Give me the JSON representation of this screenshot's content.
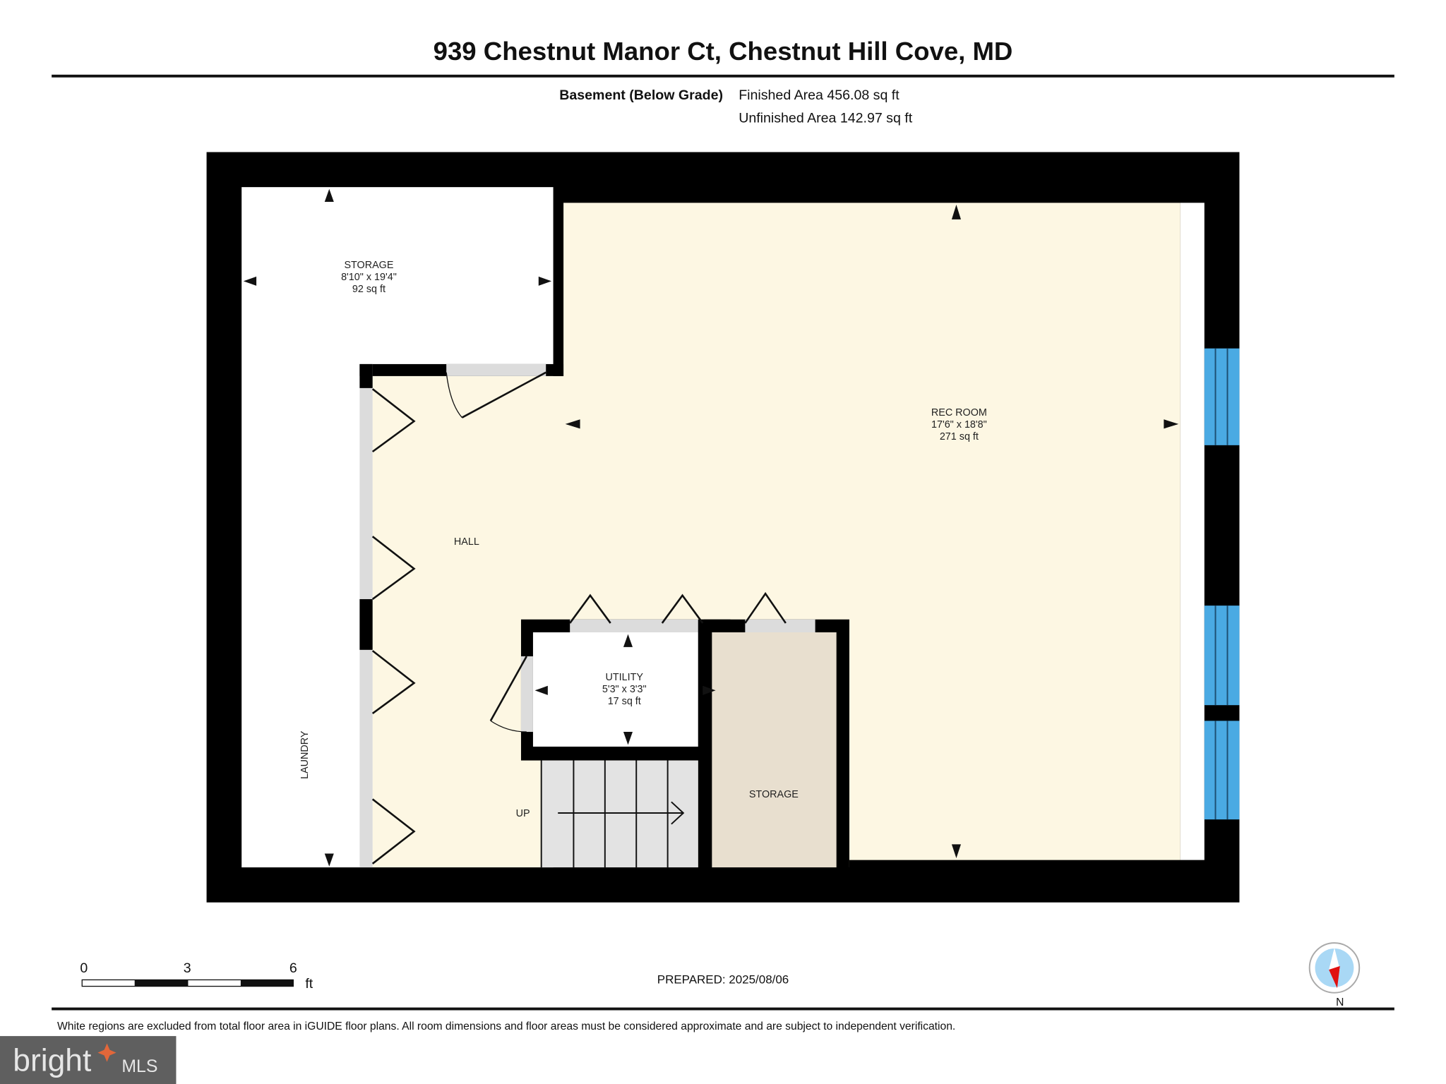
{
  "header": {
    "title": "939 Chestnut Manor Ct, Chestnut Hill Cove, MD",
    "level": "Basement (Below Grade)",
    "finished_area": "Finished Area 456.08 sq ft",
    "unfinished_area": "Unfinished Area 142.97 sq ft"
  },
  "rooms": {
    "storage_top": {
      "name": "STORAGE",
      "dims": "8'10\" x 19'4\"",
      "area": "92 sq ft"
    },
    "rec_room": {
      "name": "REC ROOM",
      "dims": "17'6\" x 18'8\"",
      "area": "271 sq ft"
    },
    "hall": {
      "name": "HALL"
    },
    "utility": {
      "name": "UTILITY",
      "dims": "5'3\" x 3'3\"",
      "area": "17 sq ft"
    },
    "laundry": {
      "name": "LAUNDRY"
    },
    "storage_bottom": {
      "name": "STORAGE"
    },
    "stairs": {
      "label": "UP"
    }
  },
  "scale_bar": {
    "ticks": [
      "0",
      "3",
      "6"
    ],
    "unit": "ft"
  },
  "prepared": "PREPARED: 2025/08/06",
  "compass": {
    "label": "N"
  },
  "disclaimer": "White regions are excluded from total floor area in iGUIDE floor plans. All room dimensions and floor areas must be considered approximate and are subject to independent verification.",
  "logo": {
    "text": "bright",
    "suffix": "MLS"
  },
  "colors": {
    "wall": "#000000",
    "finished": "#fdf7e3",
    "unfinished": "#e8dfcf",
    "window": "#4aaae3",
    "stairs": "#e3e3e3",
    "opening": "#dcdcdc"
  }
}
